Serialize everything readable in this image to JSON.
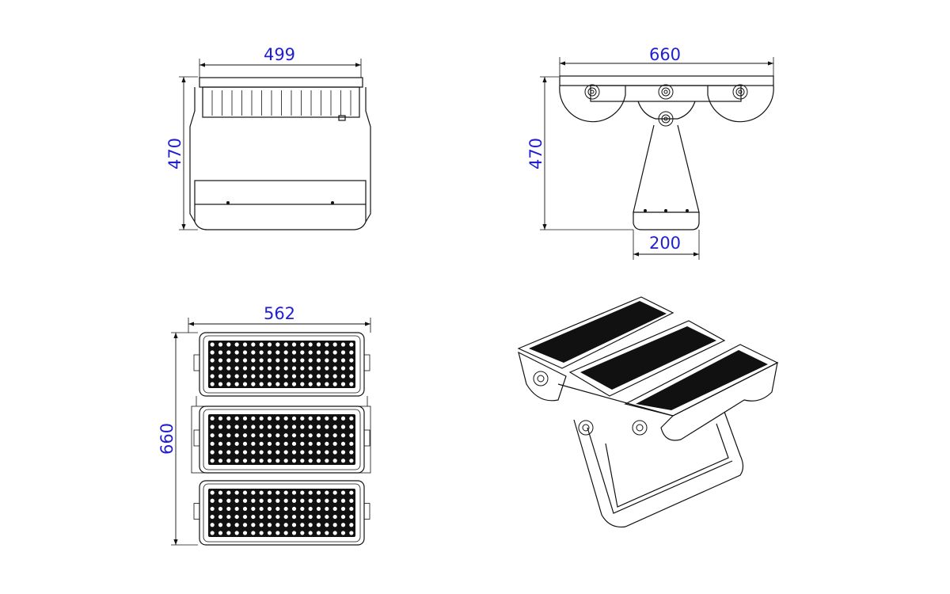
{
  "views": {
    "front": {
      "width_label": "499",
      "height_label": "470"
    },
    "side": {
      "width_label": "660",
      "height_label": "470",
      "base_label": "200"
    },
    "top": {
      "width_label": "562",
      "height_label": "660"
    },
    "isometric": {}
  },
  "led_grid": {
    "panels": 3,
    "columns": 18,
    "rows": 6
  },
  "colors": {
    "dimension_text": "#1f1fd0",
    "line": "#111111"
  }
}
